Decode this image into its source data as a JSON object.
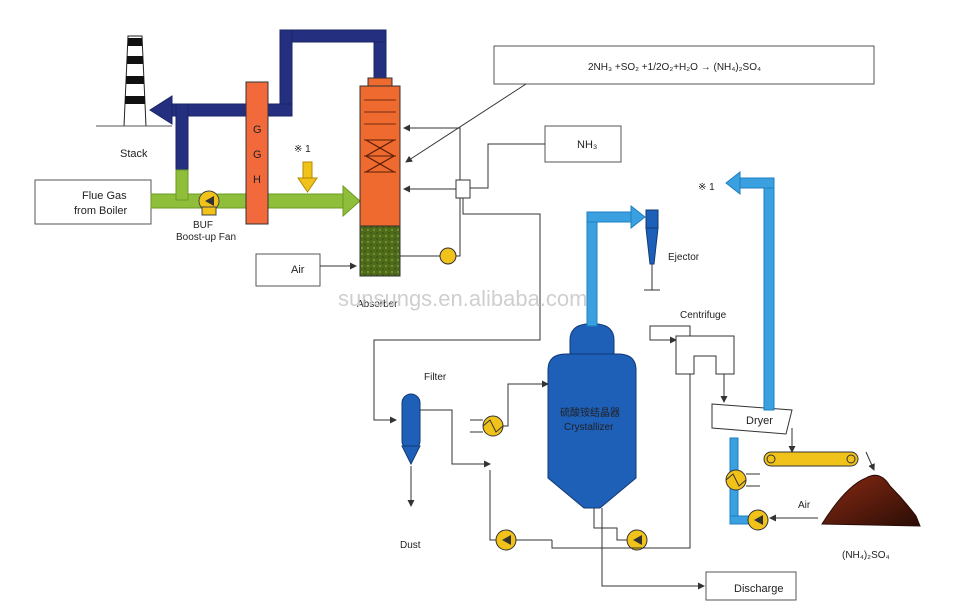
{
  "labels": {
    "stack": "Stack",
    "flue_gas_line1": "Flue Gas",
    "flue_gas_line2": "from Boiler",
    "buf": "BUF",
    "boost_up_fan": "Boost-up Fan",
    "ggh_g1": "G",
    "ggh_g2": "G",
    "ggh_h": "H",
    "note_mark": "※ 1",
    "reaction": "2NH₃ +SO₂ +1/2O₂+H₂O → (NH₄)₂SO₄",
    "nh3": "NH₃",
    "air_absorber": "Air",
    "absorber": "Absorber",
    "ejector": "Ejector",
    "note_mark_2": "※ 1",
    "centrifuge": "Centrifuge",
    "filter": "Filter",
    "crystallizer_cn": "硫酸铵结晶器",
    "crystallizer": "Crystallizer",
    "dryer": "Dryer",
    "air_dryer": "Air",
    "dust": "Dust",
    "product": "(NH₄)₂SO₄",
    "discharge": "Discharge",
    "watermark": "sunsungs.en.alibaba.com"
  },
  "colors": {
    "flue_gas_green": "#8fbf3a",
    "clean_gas_blue": "#24307f",
    "ggh_orange": "#f26a3c",
    "absorber_orange": "#ee6a2e",
    "absorber_green": "#4e6b1a",
    "crystallizer_blue": "#1e5fb8",
    "steam_lightblue": "#3aa0e0",
    "pump_yellow": "#f0c21a",
    "product_brown": "#5a1e10"
  }
}
